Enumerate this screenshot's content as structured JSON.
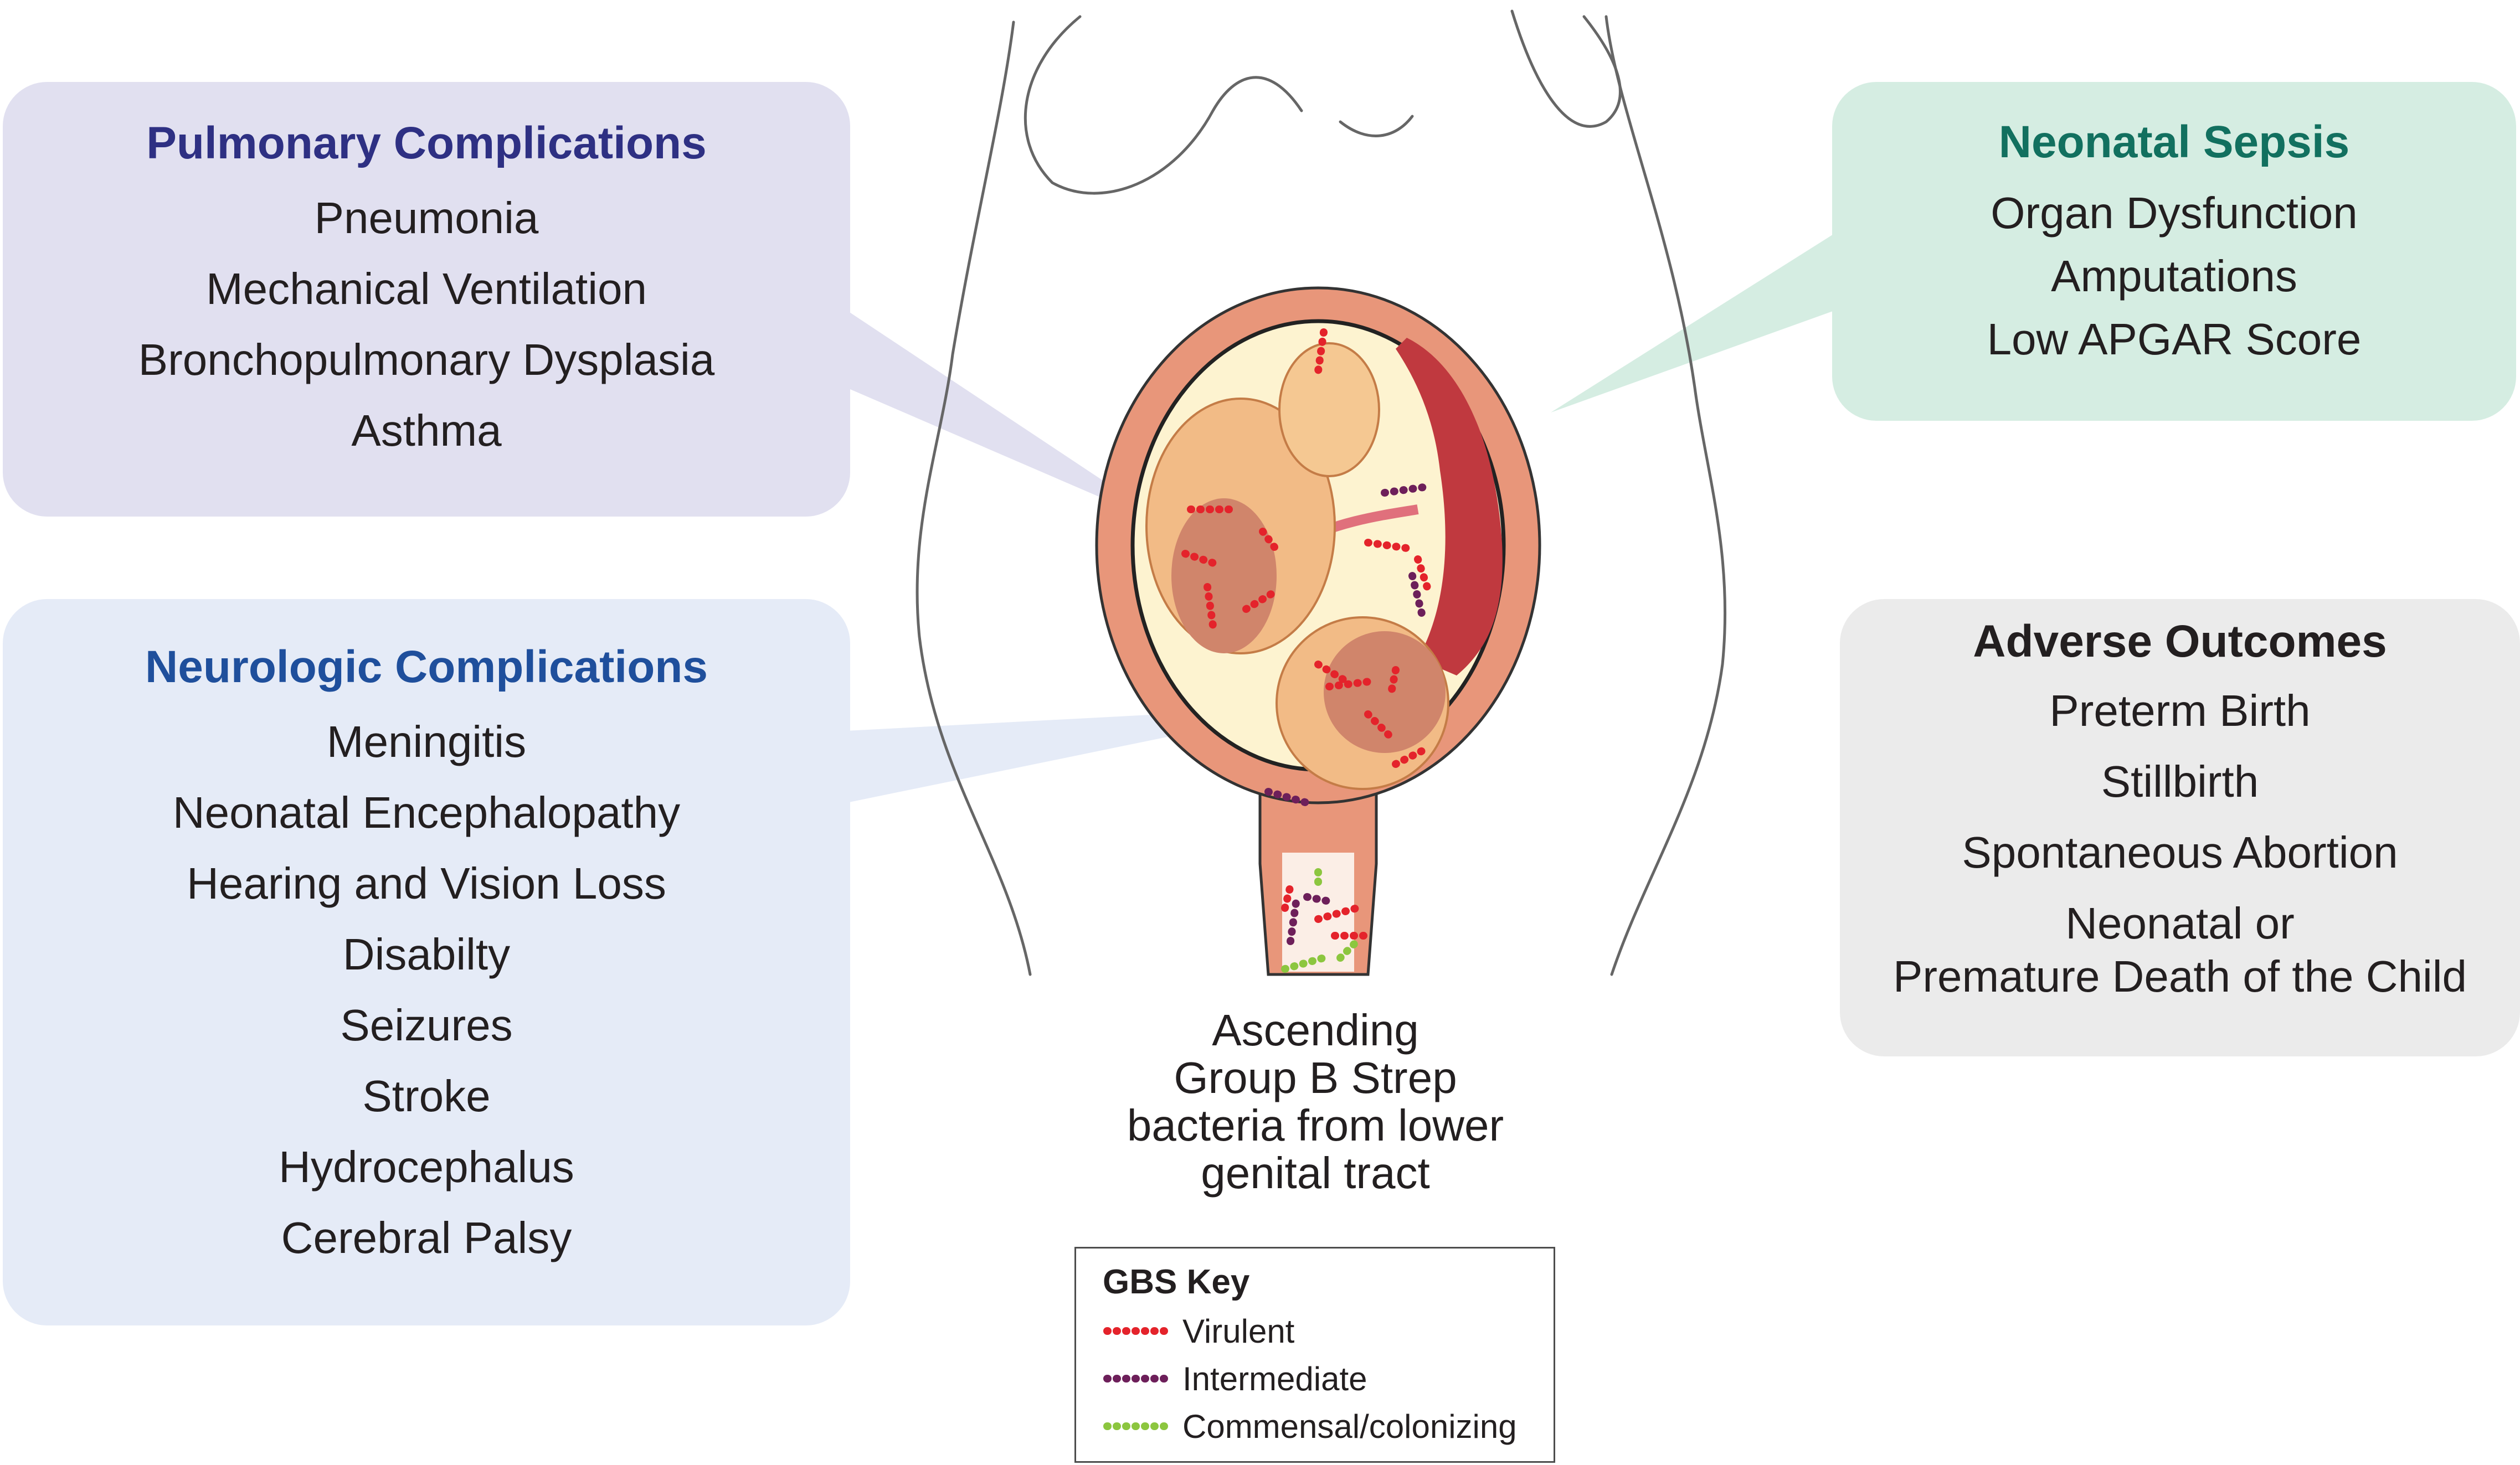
{
  "pulmonary": {
    "title": "Pulmonary Complications",
    "items": [
      "Pneumonia",
      "Mechanical Ventilation",
      "Bronchopulmonary Dysplasia",
      "Asthma"
    ]
  },
  "neurologic": {
    "title": "Neurologic Complications",
    "items": [
      "Meningitis",
      "Neonatal Encephalopathy",
      "Hearing and Vision Loss",
      "Disabilty",
      "Seizures",
      "Stroke",
      "Hydrocephalus",
      "Cerebral Palsy"
    ]
  },
  "sepsis": {
    "title": "Neonatal Sepsis",
    "items": [
      "Organ Dysfunction",
      "Amputations",
      "Low APGAR Score"
    ]
  },
  "adverse": {
    "title": "Adverse Outcomes",
    "items": [
      "Preterm Birth",
      "Stillbirth",
      "Spontaneous Abortion"
    ],
    "last_line1": "Neonatal or",
    "last_line2": "Premature Death of the Child"
  },
  "caption": {
    "line1": "Ascending",
    "line2": "Group B Strep",
    "line3": "bacteria from lower",
    "line4": "genital tract"
  },
  "key": {
    "title": "GBS Key",
    "entries": [
      {
        "label": "Virulent",
        "color": "#e4232b"
      },
      {
        "label": "Intermediate",
        "color": "#6d1f5a"
      },
      {
        "label": "Commensal/colonizing",
        "color": "#8cc63f"
      }
    ]
  },
  "colors": {
    "pulmonary_box": "#e1e0f0",
    "neurologic_box": "#e5ebf7",
    "sepsis_box": "#d5ede2",
    "adverse_box": "#ebebeb",
    "uterus": "#e8967a",
    "amniotic_fluid": "#fdf3d0",
    "placenta": "#c0393f"
  }
}
